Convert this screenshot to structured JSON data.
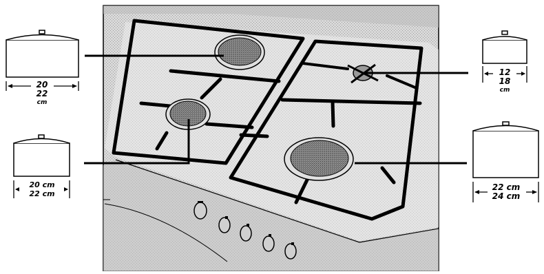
{
  "figure": {
    "background": "#ffffff",
    "ink": "#000000",
    "photo_tone": "#cfcfcf",
    "burner_fill": "#8a8a8a"
  },
  "pans": [
    {
      "id": "pan-top-left",
      "lines": [
        "20",
        "22"
      ],
      "unit": "cm"
    },
    {
      "id": "pan-bottom-left",
      "lines": [
        "20 cm",
        "22 cm"
      ],
      "unit": ""
    },
    {
      "id": "pan-top-right",
      "lines": [
        "12",
        "18"
      ],
      "unit": "cm"
    },
    {
      "id": "pan-bottom-right",
      "lines": [
        "22 cm",
        "24 cm"
      ],
      "unit": ""
    }
  ]
}
